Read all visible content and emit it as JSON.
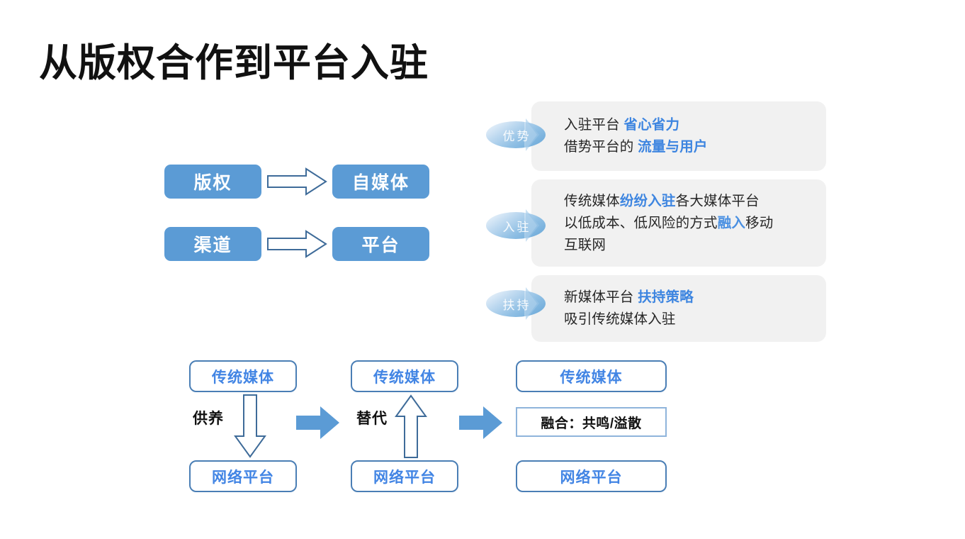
{
  "slide": {
    "title": "从版权合作到平台入驻",
    "background": "#FFFFFF"
  },
  "colors": {
    "pill_blue": "#5B9BD5",
    "panel_gray": "#F1F1F1",
    "highlight_blue": "#3D85E0",
    "box_border_blue": "#4A7EB5",
    "box_text_blue": "#4285E4",
    "solid_arrow_blue": "#5B9BD5",
    "title_black": "#111111"
  },
  "pill_flow": {
    "rows": [
      {
        "source": "版权",
        "target": "自媒体",
        "connector": "hollow-right-arrow"
      },
      {
        "source": "渠道",
        "target": "平台",
        "connector": "hollow-right-arrow"
      }
    ]
  },
  "panels": [
    {
      "badge": "优势",
      "lines": [
        [
          {
            "text": "入驻平台 ",
            "style": "plain"
          },
          {
            "text": "省心省力",
            "style": "highlight"
          }
        ],
        [
          {
            "text": "借势平台的 ",
            "style": "plain"
          },
          {
            "text": "流量与用户",
            "style": "highlight"
          }
        ]
      ],
      "line_1_plain": "入驻平台 ",
      "line_1_hl": "省心省力",
      "line_2_plain": "借势平台的 ",
      "line_2_hl": "流量与用户"
    },
    {
      "badge": "入驻",
      "line_1_plain": "传统媒体",
      "line_1_hl": "纷纷入驻",
      "line_1_tail": "各大媒体平台",
      "line_2_plain": "以低成本、低风险的方式",
      "line_2_hl": "融入",
      "line_2_tail": "移动",
      "line_3_plain": "互联网"
    },
    {
      "badge": "扶持",
      "line_1_plain": "新媒体平台 ",
      "line_1_hl": "扶持策略",
      "line_2_plain": "吸引传统媒体入驻"
    }
  ],
  "bottom_diagram": {
    "columns": [
      {
        "top_box": "传统媒体",
        "bottom_box": "网络平台",
        "edge_label": "供养",
        "vertical_arrow": "hollow-down-arrow"
      },
      {
        "top_box": "传统媒体",
        "bottom_box": "网络平台",
        "edge_label": "替代",
        "vertical_arrow": "hollow-up-arrow"
      },
      {
        "top_box": "传统媒体",
        "middle_box": "融合：共鸣/溢散",
        "bottom_box": "网络平台"
      }
    ],
    "stage_connectors": [
      "solid-right-arrow",
      "solid-right-arrow"
    ]
  }
}
